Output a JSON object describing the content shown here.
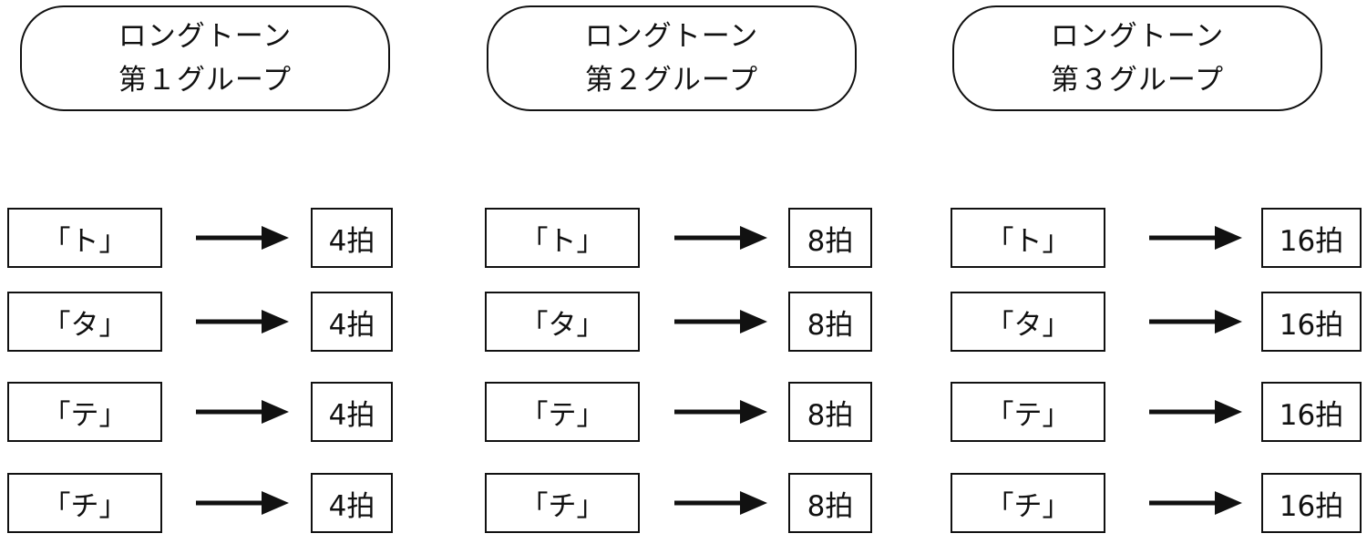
{
  "groups": [
    {
      "title_line1": "ロングトーン",
      "title_line2": "第１グループ",
      "rows": [
        {
          "syllable": "「ト」",
          "beats": "4拍"
        },
        {
          "syllable": "「タ」",
          "beats": "4拍"
        },
        {
          "syllable": "「テ」",
          "beats": "4拍"
        },
        {
          "syllable": "「チ」",
          "beats": "4拍"
        }
      ]
    },
    {
      "title_line1": "ロングトーン",
      "title_line2": "第２グループ",
      "rows": [
        {
          "syllable": "「ト」",
          "beats": "8拍"
        },
        {
          "syllable": "「タ」",
          "beats": "8拍"
        },
        {
          "syllable": "「テ」",
          "beats": "8拍"
        },
        {
          "syllable": "「チ」",
          "beats": "8拍"
        }
      ]
    },
    {
      "title_line1": "ロングトーン",
      "title_line2": "第３グループ",
      "rows": [
        {
          "syllable": "「ト」",
          "beats": "16拍"
        },
        {
          "syllable": "「タ」",
          "beats": "16拍"
        },
        {
          "syllable": "「テ」",
          "beats": "16拍"
        },
        {
          "syllable": "「チ」",
          "beats": "16拍"
        }
      ]
    }
  ],
  "colors": {
    "stroke": "#111111",
    "background": "#ffffff"
  },
  "icons": {
    "connector": "right-arrow-icon"
  }
}
